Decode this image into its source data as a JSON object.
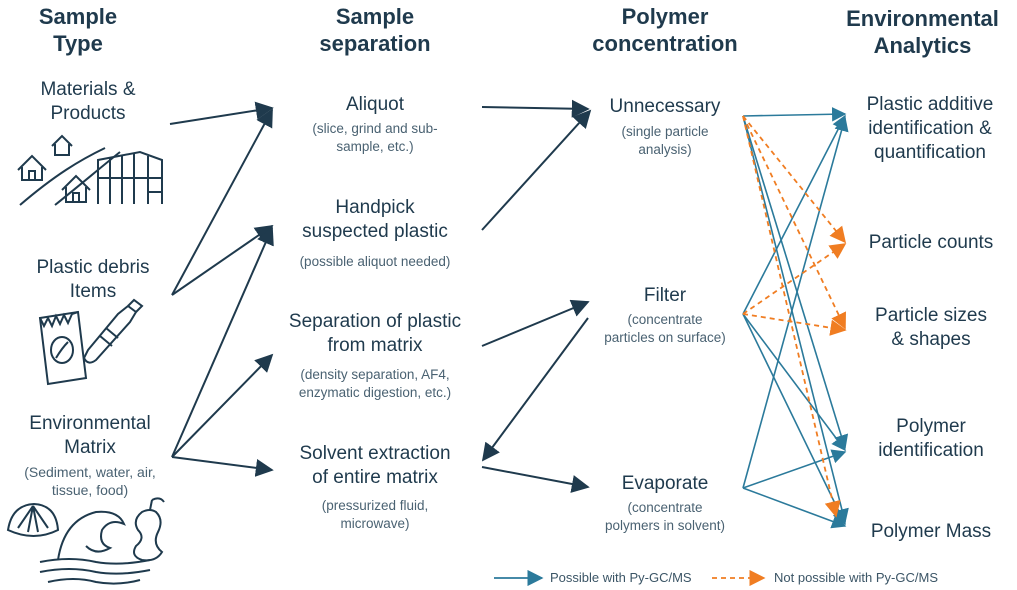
{
  "headers": {
    "sample_type": [
      "Sample",
      "Type"
    ],
    "sample_separation": [
      "Sample",
      "separation"
    ],
    "polymer_concentration": [
      "Polymer",
      "concentration"
    ],
    "environmental_analytics": [
      "Environmental",
      "Analytics"
    ]
  },
  "sample_types": {
    "materials": [
      "Materials &",
      "Products"
    ],
    "debris": [
      "Plastic debris",
      "Items"
    ],
    "environmental": [
      "Environmental",
      "Matrix"
    ],
    "environmental_sub": [
      "(Sediment, water, air,",
      "tissue, food)"
    ]
  },
  "separation": {
    "aliquot": [
      "Aliquot"
    ],
    "aliquot_sub": [
      "(slice, grind and sub-",
      "sample, etc.)"
    ],
    "handpick": [
      "Handpick",
      "suspected plastic"
    ],
    "handpick_sub": [
      "(possible aliquot needed)"
    ],
    "matrix": [
      "Separation of plastic",
      "from matrix"
    ],
    "matrix_sub": [
      "(density separation, AF4,",
      "enzymatic digestion, etc.)"
    ],
    "solvent": [
      "Solvent extraction",
      "of entire matrix"
    ],
    "solvent_sub": [
      "(pressurized fluid,",
      "microwave)"
    ]
  },
  "concentration": {
    "unnecessary": [
      "Unnecessary"
    ],
    "unnecessary_sub": [
      "(single particle",
      "analysis)"
    ],
    "filter": [
      "Filter"
    ],
    "filter_sub": [
      "(concentrate",
      "particles on surface)"
    ],
    "evaporate": [
      "Evaporate"
    ],
    "evaporate_sub": [
      "(concentrate",
      "polymers in solvent)"
    ]
  },
  "analytics": {
    "additive": [
      "Plastic additive",
      "identification &",
      "quantification"
    ],
    "counts": [
      "Particle counts"
    ],
    "sizes": [
      "Particle sizes",
      "& shapes"
    ],
    "polymer_id": [
      "Polymer",
      "identification"
    ],
    "mass": [
      "Polymer Mass"
    ]
  },
  "legend": {
    "possible": "Possible with Py-GC/MS",
    "not_possible": "Not possible with Py-GC/MS"
  },
  "colors": {
    "dark_arrow": "#1f3a4d",
    "possible": "#2b7a9b",
    "not_possible": "#f07d22",
    "text": "#1f3a4d"
  },
  "icons": [
    "houses-road-building-icon",
    "snack-bag-bottle-icon",
    "shell-wave-apple-icon"
  ]
}
